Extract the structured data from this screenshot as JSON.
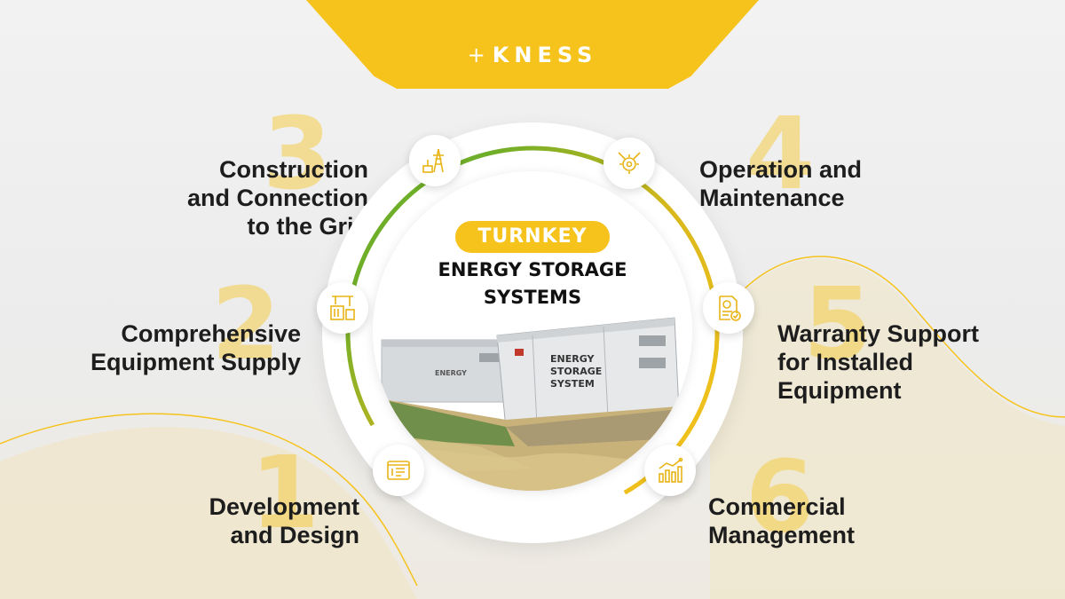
{
  "brand": {
    "logo_text": "KNESS"
  },
  "center": {
    "badge": "TURNKEY",
    "title_line1": "ENERGY STORAGE",
    "title_line2": "SYSTEMS",
    "container_text_line1": "ENERGY",
    "container_text_line2": "STORAGE",
    "container_text_line3": "SYSTEM"
  },
  "steps": [
    {
      "number": "1",
      "lines": [
        "Development",
        "and Design"
      ],
      "icon": "blueprint-icon"
    },
    {
      "number": "2",
      "lines": [
        "Comprehensive",
        "Equipment Supply"
      ],
      "icon": "container-crane-icon"
    },
    {
      "number": "3",
      "lines": [
        "Construction",
        "and Connection",
        "to the Grid"
      ],
      "icon": "power-tower-icon"
    },
    {
      "number": "4",
      "lines": [
        "Operation and",
        "Maintenance"
      ],
      "icon": "wrench-gear-icon"
    },
    {
      "number": "5",
      "lines": [
        "Warranty Support",
        "for Installed",
        "Equipment"
      ],
      "icon": "certificate-icon"
    },
    {
      "number": "6",
      "lines": [
        "Commercial",
        "Management"
      ],
      "icon": "growth-chart-icon"
    }
  ],
  "colors": {
    "brand_yellow": "#f6c31c",
    "ring_green": "#7fb82a",
    "text_dark": "#1d1d1d"
  }
}
